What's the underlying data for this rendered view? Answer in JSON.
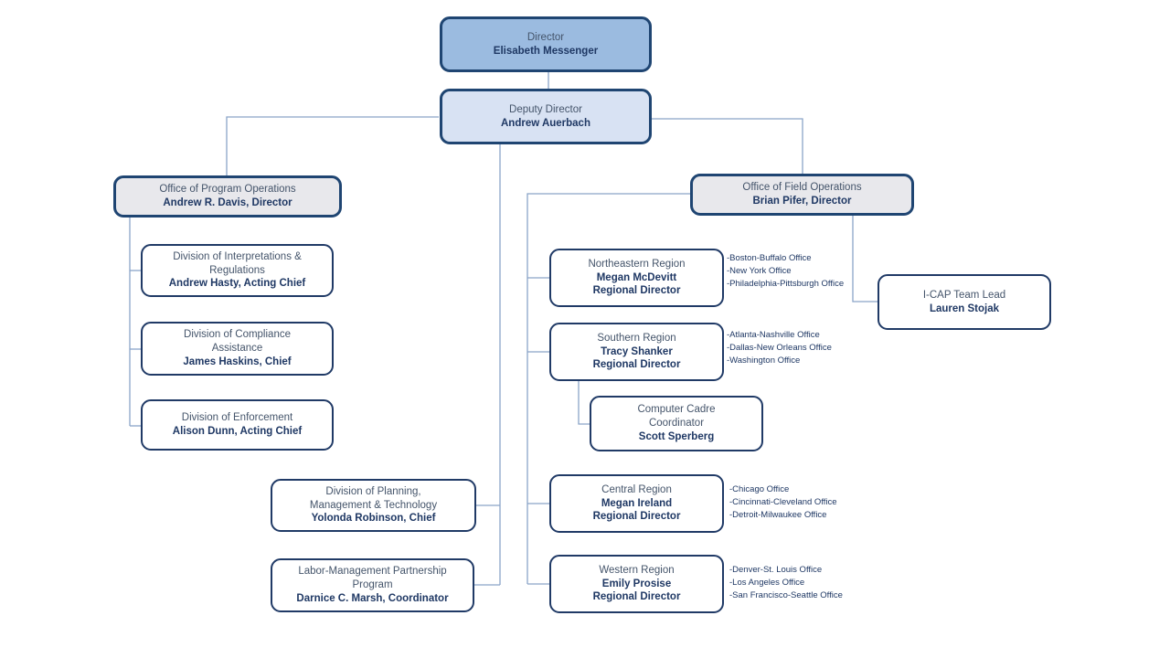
{
  "colors": {
    "director_fill": "#9BBBE0",
    "deputy_fill": "#D8E2F3",
    "office_fill": "#E8E8EC",
    "division_fill": "#FFFFFF",
    "box_border": "#1F4572",
    "connector_line": "#8AA5C8",
    "title_text": "#44546A",
    "name_text": "#1F3864"
  },
  "nodes": {
    "director": {
      "title": "Director",
      "name": "Elisabeth Messenger"
    },
    "deputy_director": {
      "title": "Deputy Director",
      "name": "Andrew Auerbach"
    },
    "program_operations": {
      "title": "Office of Program Operations",
      "name": "Andrew R. Davis, Director"
    },
    "interpretations": {
      "title": "Division of Interpretations &\nRegulations",
      "name": "Andrew Hasty, Acting Chief"
    },
    "compliance": {
      "title": "Division of Compliance\nAssistance",
      "name": "James Haskins, Chief"
    },
    "enforcement": {
      "title": "Division of Enforcement",
      "name": "Alison Dunn, Acting Chief"
    },
    "planning": {
      "title": "Division of Planning,\nManagement & Technology",
      "name": "Yolonda Robinson, Chief"
    },
    "labor_management": {
      "title": "Labor-Management Partnership\nProgram",
      "name": "Darnice C. Marsh, Coordinator"
    },
    "field_operations": {
      "title": "Office of Field Operations",
      "name": "Brian Pifer, Director"
    },
    "northeastern": {
      "title": "Northeastern Region",
      "name": "Megan McDevitt",
      "role": "Regional Director",
      "offices": [
        "-Boston-Buffalo Office",
        "-New York Office",
        "-Philadelphia-Pittsburgh Office"
      ]
    },
    "southern": {
      "title": "Southern Region",
      "name": "Tracy Shanker",
      "role": "Regional Director",
      "offices": [
        "-Atlanta-Nashville Office",
        "-Dallas-New Orleans Office",
        "-Washington Office"
      ]
    },
    "computer_cadre": {
      "title": "Computer Cadre\nCoordinator",
      "name": "Scott Sperberg"
    },
    "central": {
      "title": "Central Region",
      "name": "Megan Ireland",
      "role": "Regional Director",
      "offices": [
        "-Chicago Office",
        "-Cincinnati-Cleveland Office",
        "-Detroit-Milwaukee Office"
      ]
    },
    "western": {
      "title": "Western Region",
      "name": "Emily Prosise",
      "role": "Regional Director",
      "offices": [
        "-Denver-St. Louis Office",
        "-Los Angeles Office",
        "-San Francisco-Seattle Office"
      ]
    },
    "icap": {
      "title": "I-CAP Team Lead",
      "name": "Lauren Stojak"
    }
  }
}
